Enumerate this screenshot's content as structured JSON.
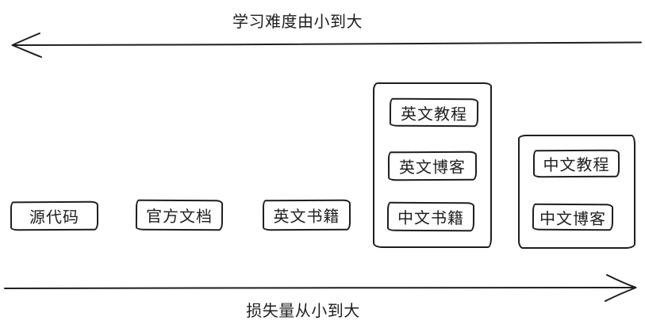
{
  "diagram": {
    "top_axis": {
      "label": "学习难度由小到大",
      "arrow_direction": "left"
    },
    "bottom_axis": {
      "label": "损失量从小到大",
      "arrow_direction": "right"
    },
    "boxes": [
      {
        "label": "源代码"
      },
      {
        "label": "官方文档"
      },
      {
        "label": "英文书籍"
      }
    ],
    "groups": [
      {
        "boxes": [
          {
            "label": "英文教程"
          },
          {
            "label": "英文博客"
          },
          {
            "label": "中文书籍"
          }
        ]
      },
      {
        "boxes": [
          {
            "label": "中文教程"
          },
          {
            "label": "中文博客"
          }
        ]
      }
    ],
    "colors": {
      "stroke": "#1e1e1e",
      "background": "#ffffff"
    }
  }
}
